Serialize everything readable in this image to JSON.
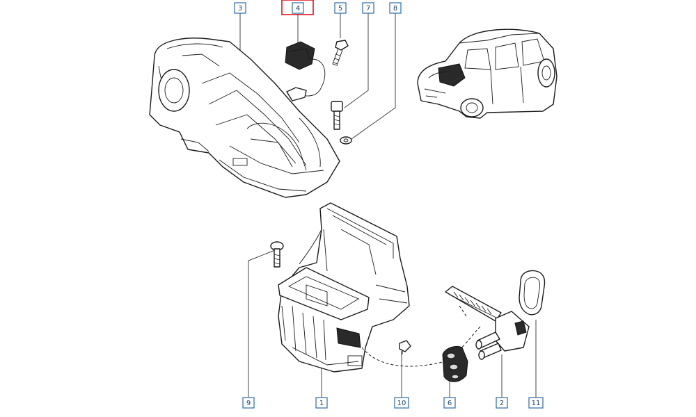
{
  "callouts": [
    {
      "id": "1",
      "label": "1"
    },
    {
      "id": "2",
      "label": "2"
    },
    {
      "id": "3",
      "label": "3"
    },
    {
      "id": "4",
      "label": "4",
      "highlighted": true
    },
    {
      "id": "5",
      "label": "5"
    },
    {
      "id": "6",
      "label": "6"
    },
    {
      "id": "7",
      "label": "7"
    },
    {
      "id": "8",
      "label": "8"
    },
    {
      "id": "9",
      "label": "9"
    },
    {
      "id": "10",
      "label": "10"
    },
    {
      "id": "11",
      "label": "11"
    }
  ],
  "colors": {
    "callout_border": "#2a6aa8",
    "highlight": "#e0101a",
    "line_art": "#1a1a1a"
  }
}
